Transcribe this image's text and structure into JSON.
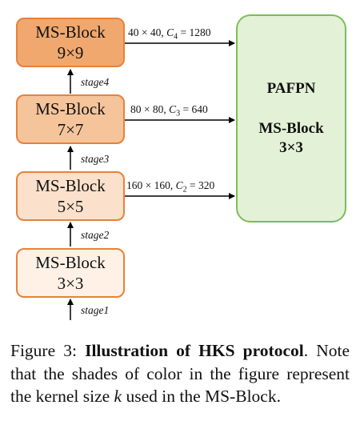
{
  "figure": {
    "blocks": [
      {
        "title": "MS-Block",
        "kernel": "9×9",
        "fill": "#f0a86e"
      },
      {
        "title": "MS-Block",
        "kernel": "7×7",
        "fill": "#f6c49a"
      },
      {
        "title": "MS-Block",
        "kernel": "5×5",
        "fill": "#fbe1cb"
      },
      {
        "title": "MS-Block",
        "kernel": "3×3",
        "fill": "#fff1e6"
      }
    ],
    "edge_labels": [
      {
        "pre": "40 × 40, ",
        "var": "C",
        "sub": "4",
        "post": " = 1280"
      },
      {
        "pre": "80 × 80, ",
        "var": "C",
        "sub": "3",
        "post": " = 640"
      },
      {
        "pre": "160 × 160, ",
        "var": "C",
        "sub": "2",
        "post": " = 320"
      }
    ],
    "stages": [
      "stage4",
      "stage3",
      "stage2",
      "stage1"
    ],
    "pafpn": {
      "title": "PAFPN",
      "block_title": "MS-Block",
      "block_kernel": "3×3"
    },
    "colors": {
      "block_border": "#e8813a",
      "pafpn_fill": "#e3f1d6",
      "pafpn_border": "#7cbd5a"
    }
  },
  "caption": {
    "label": "Figure 3:",
    "title": "Illustration of HKS protocol",
    "text_pre": ". Note that the shades of color in the figure represent the kernel size ",
    "var": "k",
    "text_post": " used in the MS-Block."
  }
}
